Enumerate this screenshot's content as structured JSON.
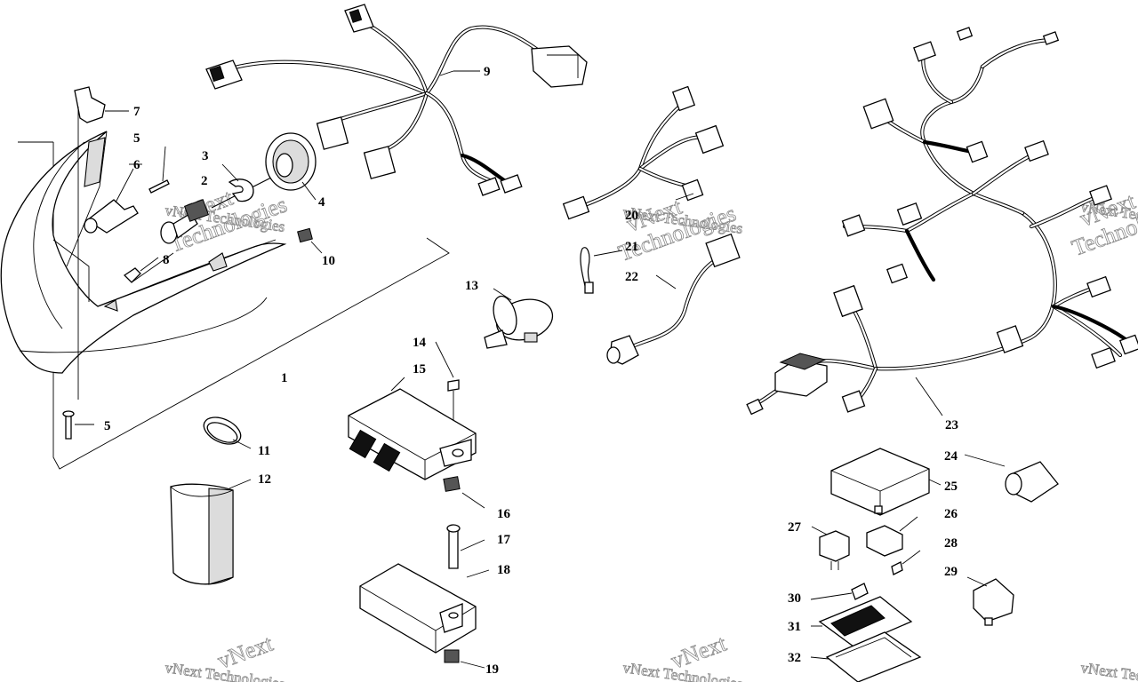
{
  "callouts": [
    {
      "id": "c1",
      "label": "1"
    },
    {
      "id": "c2",
      "label": "2"
    },
    {
      "id": "c3",
      "label": "3"
    },
    {
      "id": "c4",
      "label": "4"
    },
    {
      "id": "c5a",
      "label": "5"
    },
    {
      "id": "c5b",
      "label": "5"
    },
    {
      "id": "c6",
      "label": "6"
    },
    {
      "id": "c7",
      "label": "7"
    },
    {
      "id": "c8",
      "label": "8"
    },
    {
      "id": "c9",
      "label": "9"
    },
    {
      "id": "c10",
      "label": "10"
    },
    {
      "id": "c11",
      "label": "11"
    },
    {
      "id": "c12",
      "label": "12"
    },
    {
      "id": "c13",
      "label": "13"
    },
    {
      "id": "c14",
      "label": "14"
    },
    {
      "id": "c15",
      "label": "15"
    },
    {
      "id": "c16",
      "label": "16"
    },
    {
      "id": "c17",
      "label": "17"
    },
    {
      "id": "c18",
      "label": "18"
    },
    {
      "id": "c19",
      "label": "19"
    },
    {
      "id": "c20",
      "label": "20"
    },
    {
      "id": "c21",
      "label": "21"
    },
    {
      "id": "c22",
      "label": "22"
    },
    {
      "id": "c23",
      "label": "23"
    },
    {
      "id": "c24",
      "label": "24"
    },
    {
      "id": "c25",
      "label": "25"
    },
    {
      "id": "c26",
      "label": "26"
    },
    {
      "id": "c27",
      "label": "27"
    },
    {
      "id": "c28",
      "label": "28"
    },
    {
      "id": "c29",
      "label": "29"
    },
    {
      "id": "c30",
      "label": "30"
    },
    {
      "id": "c31",
      "label": "31"
    },
    {
      "id": "c32",
      "label": "32"
    }
  ],
  "watermark": {
    "brand": "vNext",
    "name": "Technologies",
    "full": "vNext Technologies"
  }
}
